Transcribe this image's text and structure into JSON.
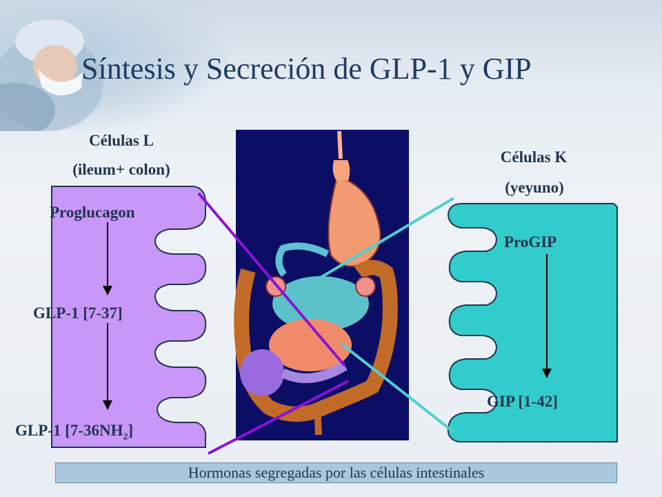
{
  "title": "Síntesis y Secreción de GLP-1 y GIP",
  "left_cell": {
    "header_line1": "Células L",
    "header_line2": "(ileum+ colon)",
    "precursor": "Proglucagon",
    "intermediate": "GLP-1 [7-37]",
    "product_prefix": "GLP-1 [7-36NH",
    "product_sub": "2",
    "product_suffix": "]",
    "fill_color": "#c997f7"
  },
  "right_cell": {
    "header_line1": "Células K",
    "header_line2": "(yeyuno)",
    "precursor": "ProGIP",
    "product": "GIP [1-42]",
    "fill_color": "#33cccc"
  },
  "caption": "Hormonas segregadas por las células intestinales",
  "colors": {
    "title": "#1f3b63",
    "connector_left": "#8a12d8",
    "connector_right": "#4fd0d0",
    "organ_bg": "#0c0e66"
  }
}
